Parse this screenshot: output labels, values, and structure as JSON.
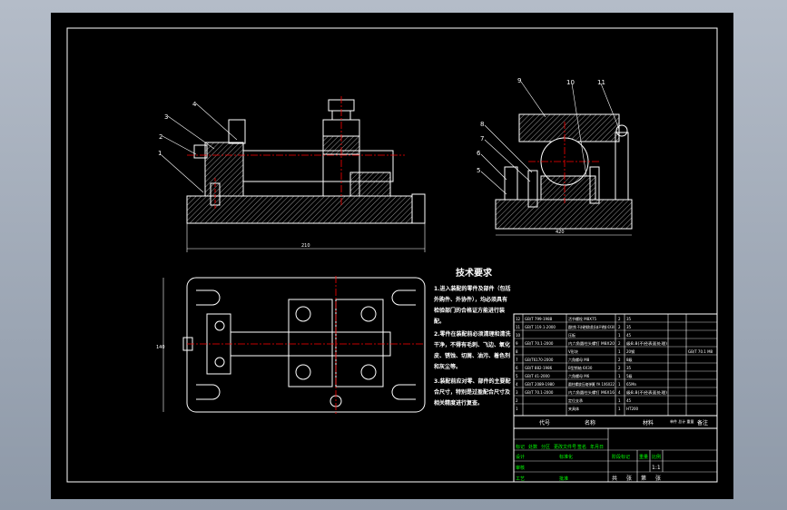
{
  "drawing": {
    "front_view_labels": [
      "1",
      "2",
      "3",
      "4"
    ],
    "side_view_labels": [
      "9",
      "10",
      "11",
      "8",
      "7",
      "6",
      "5"
    ],
    "front_dimension": "210",
    "side_dimension": "420",
    "plan_dimension": "140"
  },
  "technical_requirements": {
    "heading": "技术要求",
    "lines": [
      "1.进入装配的零件及部件（包括",
      "外购件、外协件），均必须具有",
      "检验部门的合格证方能进行装",
      "配。",
      "2.零件在装配前必须清理和清洗",
      "干净，不得有毛刺、飞边、氧化",
      "皮、锈蚀、切屑、油污、着色剂",
      "和灰尘等。",
      "3.装配前应对零、部件的主要配",
      "合尺寸，特别是过盈配合尺寸及",
      "相关精度进行复查。"
    ]
  },
  "title_block": {
    "header": {
      "code": "代号",
      "name": "名称",
      "material": "材料",
      "weight": "单件 总计 重量",
      "remark": "备注"
    },
    "bom_rows": [
      {
        "no": "12",
        "code": "GB/T 799-1988",
        "name": "活节螺栓 M8X75",
        "qty": "2",
        "material": "35"
      },
      {
        "no": "11",
        "code": "GB/T 119.1-2000",
        "name": "圆柱销 不淬硬钢和奥氏体不锈钢 6X30",
        "qty": "2",
        "material": "35"
      },
      {
        "no": "10",
        "code": "",
        "name": "压板",
        "qty": "1",
        "material": "45"
      },
      {
        "no": "9",
        "code": "GB/T 70.1-2000",
        "name": "内六角圆柱头螺钉 M8X20",
        "qty": "2",
        "material": "级8.8(不经表面处理)"
      },
      {
        "no": "8",
        "code": "",
        "name": "V形块",
        "qty": "1",
        "material": "20钢"
      },
      {
        "no": "7",
        "code": "GB/T6170-2000",
        "name": "六角螺母 M8",
        "qty": "2",
        "material": "8级"
      },
      {
        "no": "6",
        "code": "GB/T 882-1986",
        "name": "B型销轴 6X30",
        "qty": "2",
        "material": "35"
      },
      {
        "no": "5",
        "code": "GB/T 41-2000",
        "name": "六角螺母 M6",
        "qty": "1",
        "material": "5级"
      },
      {
        "no": "4",
        "code": "GB/T 2089-1980",
        "name": "圆柱螺旋压缩弹簧 YA 1X6X22",
        "qty": "1",
        "material": "65Mn"
      },
      {
        "no": "3",
        "code": "GB/T 70.1-2000",
        "name": "内六角圆柱头螺钉 M6X16",
        "qty": "4",
        "material": "级8.8(不经表面处理)"
      },
      {
        "no": "2",
        "code": "",
        "name": "定位支承",
        "qty": "1",
        "material": "45"
      },
      {
        "no": "1",
        "code": "",
        "name": "夹具体",
        "qty": "1",
        "material": "HT200"
      }
    ],
    "bom_remark": "GB/T 70.1 M8",
    "footer_labels": [
      "标记",
      "处数",
      "分区",
      "更改文件号",
      "签名",
      "年月日",
      "设计",
      "标准化",
      "阶段标记",
      "重量",
      "比例",
      "审核",
      "工艺",
      "批准",
      "共",
      "张",
      "第",
      "张"
    ],
    "scale": "1:1"
  },
  "colors": {
    "background": "#000000",
    "line": "#ffffff",
    "red": "#ff0000",
    "green": "#00ff00",
    "frame": "#9aa4b2"
  }
}
